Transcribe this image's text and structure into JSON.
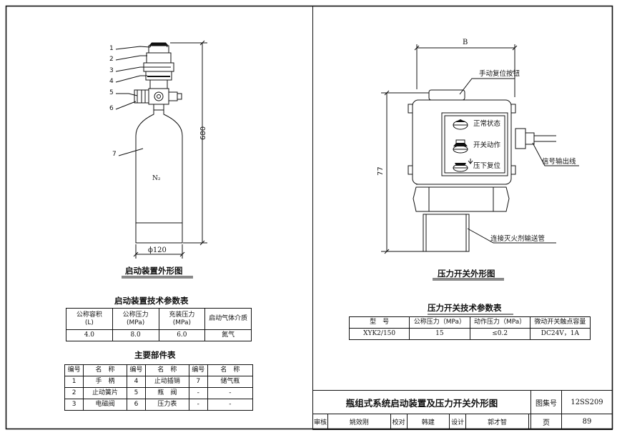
{
  "left": {
    "callouts": [
      "1",
      "2",
      "3",
      "4",
      "5",
      "6",
      "7"
    ],
    "dim_height": "680",
    "dim_diameter": "ϕ120",
    "gas_label": "N₂",
    "figure_title": "启动装置外形图",
    "params_title": "启动装置技术参数表",
    "params_headers": [
      "公称容积\n(L)",
      "公称压力\n(MPa)",
      "充装压力\n(MPa)",
      "启动气体介质"
    ],
    "params_values": [
      "4.0",
      "8.0",
      "6.0",
      "氮气"
    ],
    "parts_title": "主要部件表",
    "parts_headers": [
      "编号",
      "名　称",
      "编号",
      "名　称",
      "编号",
      "名　称"
    ],
    "parts_rows": [
      [
        "1",
        "手　柄",
        "4",
        "止动插销",
        "7",
        "储气瓶"
      ],
      [
        "2",
        "止动簧片",
        "5",
        "瓶　阀",
        "-",
        "-"
      ],
      [
        "3",
        "电磁阀",
        "6",
        "压力表",
        "-",
        "-"
      ]
    ]
  },
  "right": {
    "dim_width": "B",
    "dim_height": "77",
    "label_button": "手动复位按钮",
    "label_signal": "信号输出线",
    "label_pipe": "连接灭火剂输送管",
    "state_normal": "正常状态",
    "state_action": "开关动作",
    "state_reset": "压下复位",
    "figure_title": "压力开关外形图",
    "params_title": "压力开关技术参数表",
    "params_headers": [
      "型　号",
      "公称压力（MPa）",
      "动作压力（MPa）",
      "微动开关触点容量"
    ],
    "params_values": [
      "XYK2/150",
      "15",
      "≤0.2",
      "DC24V，1A"
    ]
  },
  "title_block": {
    "main_title": "瓶组式系统启动装置及压力开关外形图",
    "atlas_label": "图集号",
    "atlas_no": "12SS209",
    "review_label": "审核",
    "review_name": "姚效刚",
    "check_label": "校对",
    "check_name": "韩建",
    "design_label": "设计",
    "design_name": "郭才智",
    "page_label": "页",
    "page_no": "89"
  }
}
